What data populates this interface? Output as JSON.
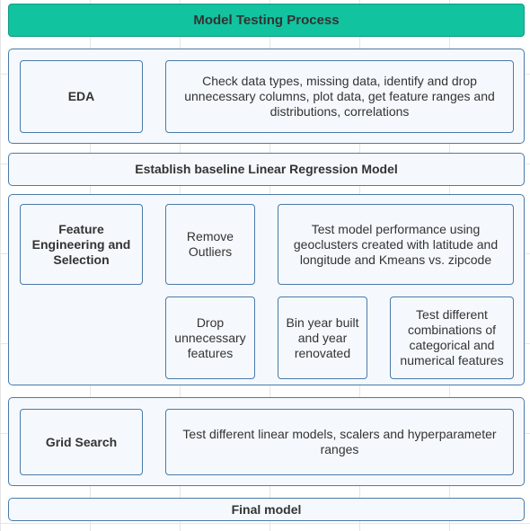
{
  "title": "Model Testing Process",
  "eda": {
    "label": "EDA",
    "description": "Check data types, missing data, identify and drop unnecessary columns, plot data,  get feature ranges and distributions, correlations"
  },
  "baseline": {
    "label": "Establish baseline Linear Regression Model"
  },
  "feature_engineering": {
    "label": "Feature Engineering and Selection",
    "steps": [
      "Remove Outliers",
      "Test model performance using geoclusters created with latitude and longitude and Kmeans vs. zipcode",
      "Drop unnecessary features",
      "Bin year built and year renovated",
      "Test different combinations of categorical and numerical features"
    ]
  },
  "grid_search": {
    "label": "Grid Search",
    "description": "Test different linear models, scalers and hyperparameter ranges"
  },
  "final": {
    "label": "Final model"
  },
  "colors": {
    "header_fill": "#12c3a0",
    "border": "#4a7aa8",
    "box_fill": "#f5f9fd"
  }
}
